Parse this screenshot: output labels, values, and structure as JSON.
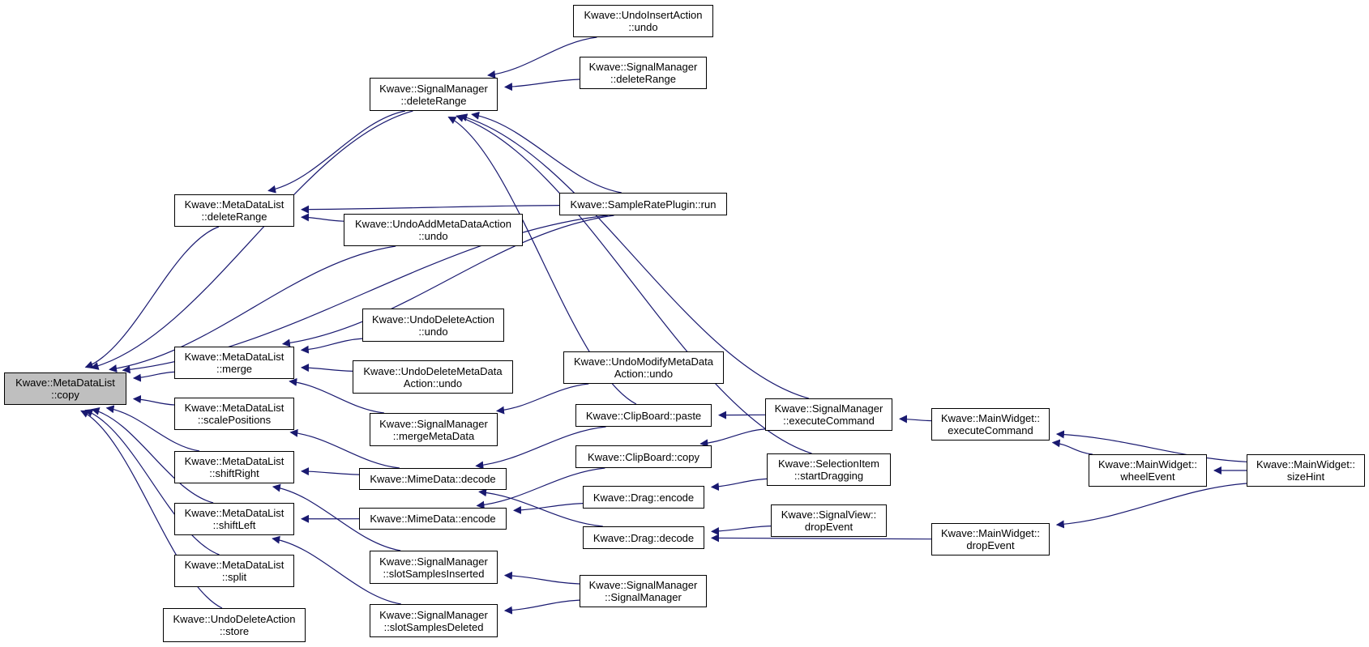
{
  "colors": {
    "edge": "#191970",
    "node_border": "#000000",
    "root_fill": "#bfbfbf",
    "node_fill": "#ffffff"
  },
  "nodes": {
    "root": [
      "Kwave::MetaDataList",
      "::copy"
    ],
    "mdl_deleteRange": [
      "Kwave::MetaDataList",
      "::deleteRange"
    ],
    "mdl_merge": [
      "Kwave::MetaDataList",
      "::merge"
    ],
    "mdl_scalePositions": [
      "Kwave::MetaDataList",
      "::scalePositions"
    ],
    "mdl_shiftRight": [
      "Kwave::MetaDataList",
      "::shiftRight"
    ],
    "mdl_shiftLeft": [
      "Kwave::MetaDataList",
      "::shiftLeft"
    ],
    "mdl_split": [
      "Kwave::MetaDataList",
      "::split"
    ],
    "uda_store": [
      "Kwave::UndoDeleteAction",
      "::store"
    ],
    "sm_deleteRange_a": [
      "Kwave::SignalManager",
      "::deleteRange"
    ],
    "uamd_undo": [
      "Kwave::UndoAddMetaDataAction",
      "::undo"
    ],
    "uda_undo": [
      "Kwave::UndoDeleteAction",
      "::undo"
    ],
    "udmd_undo": [
      "Kwave::UndoDeleteMetaData",
      "Action::undo"
    ],
    "sm_mergeMetaData": [
      "Kwave::SignalManager",
      "::mergeMetaData"
    ],
    "md_decode": [
      "Kwave::MimeData::decode"
    ],
    "md_encode": [
      "Kwave::MimeData::encode"
    ],
    "sm_slotSamplesInserted": [
      "Kwave::SignalManager",
      "::slotSamplesInserted"
    ],
    "sm_slotSamplesDeleted": [
      "Kwave::SignalManager",
      "::slotSamplesDeleted"
    ],
    "uia_undo": [
      "Kwave::UndoInsertAction",
      "::undo"
    ],
    "sm_deleteRange_b": [
      "Kwave::SignalManager",
      "::deleteRange"
    ],
    "srp_run": [
      "Kwave::SampleRatePlugin::run"
    ],
    "umd_undo": [
      "Kwave::UndoModifyMetaData",
      "Action::undo"
    ],
    "cb_paste": [
      "Kwave::ClipBoard::paste"
    ],
    "cb_copy": [
      "Kwave::ClipBoard::copy"
    ],
    "drag_encode": [
      "Kwave::Drag::encode"
    ],
    "drag_decode": [
      "Kwave::Drag::decode"
    ],
    "sm_signalManager": [
      "Kwave::SignalManager",
      "::SignalManager"
    ],
    "sm_executeCommand": [
      "Kwave::SignalManager",
      "::executeCommand"
    ],
    "si_startDragging": [
      "Kwave::SelectionItem",
      "::startDragging"
    ],
    "sv_dropEvent": [
      "Kwave::SignalView::",
      "dropEvent"
    ],
    "mw_executeCommand": [
      "Kwave::MainWidget::",
      "executeCommand"
    ],
    "mw_wheelEvent": [
      "Kwave::MainWidget::",
      "wheelEvent"
    ],
    "mw_dropEvent": [
      "Kwave::MainWidget::",
      "dropEvent"
    ],
    "mw_sizeHint": [
      "Kwave::MainWidget::",
      "sizeHint"
    ]
  },
  "edges": [
    [
      "root",
      "mdl_deleteRange"
    ],
    [
      "root",
      "mdl_merge"
    ],
    [
      "root",
      "mdl_scalePositions"
    ],
    [
      "root",
      "mdl_shiftRight"
    ],
    [
      "root",
      "mdl_shiftLeft"
    ],
    [
      "root",
      "mdl_split"
    ],
    [
      "root",
      "uda_store"
    ],
    [
      "root",
      "sm_deleteRange_a"
    ],
    [
      "root",
      "srp_run"
    ],
    [
      "root",
      "uamd_undo"
    ],
    [
      "mdl_deleteRange",
      "sm_deleteRange_a"
    ],
    [
      "mdl_deleteRange",
      "srp_run"
    ],
    [
      "mdl_deleteRange",
      "uamd_undo"
    ],
    [
      "mdl_merge",
      "srp_run"
    ],
    [
      "mdl_merge",
      "uda_undo"
    ],
    [
      "mdl_merge",
      "udmd_undo"
    ],
    [
      "mdl_merge",
      "sm_mergeMetaData"
    ],
    [
      "mdl_scalePositions",
      "md_decode"
    ],
    [
      "mdl_shiftRight",
      "md_decode"
    ],
    [
      "mdl_shiftRight",
      "sm_slotSamplesInserted"
    ],
    [
      "mdl_shiftLeft",
      "md_encode"
    ],
    [
      "mdl_shiftLeft",
      "sm_slotSamplesDeleted"
    ],
    [
      "sm_deleteRange_a",
      "uia_undo"
    ],
    [
      "sm_deleteRange_a",
      "sm_deleteRange_b"
    ],
    [
      "sm_deleteRange_a",
      "srp_run"
    ],
    [
      "sm_deleteRange_a",
      "cb_paste"
    ],
    [
      "sm_deleteRange_a",
      "sm_executeCommand"
    ],
    [
      "sm_deleteRange_a",
      "si_startDragging"
    ],
    [
      "sm_mergeMetaData",
      "umd_undo"
    ],
    [
      "md_decode",
      "cb_paste"
    ],
    [
      "md_decode",
      "drag_decode"
    ],
    [
      "md_encode",
      "cb_copy"
    ],
    [
      "md_encode",
      "drag_encode"
    ],
    [
      "sm_slotSamplesInserted",
      "sm_signalManager"
    ],
    [
      "sm_slotSamplesDeleted",
      "sm_signalManager"
    ],
    [
      "cb_paste",
      "sm_executeCommand"
    ],
    [
      "cb_copy",
      "sm_executeCommand"
    ],
    [
      "drag_encode",
      "si_startDragging"
    ],
    [
      "drag_decode",
      "sv_dropEvent"
    ],
    [
      "drag_decode",
      "mw_dropEvent"
    ],
    [
      "sm_executeCommand",
      "mw_executeCommand"
    ],
    [
      "mw_executeCommand",
      "mw_wheelEvent"
    ],
    [
      "mw_executeCommand",
      "mw_sizeHint"
    ],
    [
      "mw_wheelEvent",
      "mw_sizeHint"
    ],
    [
      "mw_dropEvent",
      "mw_sizeHint"
    ]
  ]
}
